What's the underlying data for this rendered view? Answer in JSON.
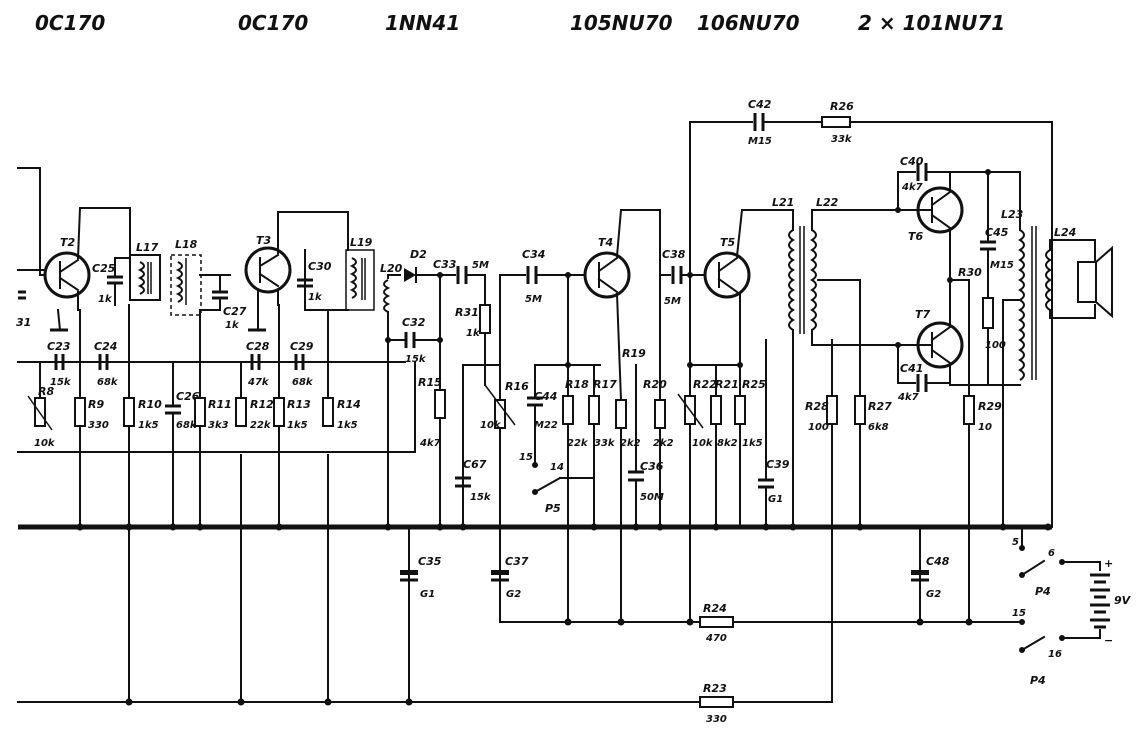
{
  "header": {
    "labels": [
      "0C170",
      "0C170",
      "1NN41",
      "105NU70",
      "106NU70",
      "2 × 101NU71"
    ]
  },
  "components": {
    "T2": "T2",
    "T3": "T3",
    "T4": "T4",
    "T5": "T5",
    "T6": "T6",
    "T7": "T7",
    "L17": "L17",
    "L18": "L18",
    "L19": "L19",
    "L20": "L20",
    "L21": "L21",
    "L22": "L22",
    "L23": "L23",
    "L24": "L24",
    "D2": "D2",
    "C23": "C23",
    "C23v": "15k",
    "C24": "C24",
    "C24v": "68k",
    "C25": "C25",
    "C25v": "1k",
    "C26": "C26",
    "C26v": "68k",
    "C27": "C27",
    "C27v": "1k",
    "C28": "C28",
    "C28v": "47k",
    "C29": "C29",
    "C29v": "68k",
    "C30": "C30",
    "C30v": "1k",
    "C32": "C32",
    "C32v": "15k",
    "C33": "C33",
    "C33v": "5M",
    "C34": "C34",
    "C34v": "5M",
    "C35": "C35",
    "C35v": "G1",
    "C36": "C36",
    "C36v": "50M",
    "C37": "C37",
    "C37v": "G2",
    "C38": "C38",
    "C38v": "5M",
    "C39": "C39",
    "C39v": "G1",
    "C40": "C40",
    "C40v": "4k7",
    "C41": "C41",
    "C41v": "4k7",
    "C42": "C42",
    "C42v": "M15",
    "C44": "C44",
    "C44v": "M22",
    "C45": "C45",
    "C45v": "M15",
    "C48": "C48",
    "C48v": "G2",
    "C67": "C67",
    "C67v": "15k",
    "R8": "R8",
    "R8v": "10k",
    "R9": "R9",
    "R9v": "330",
    "R10": "R10",
    "R10v": "1k5",
    "R11": "R11",
    "R11v": "3k3",
    "R12": "R12",
    "R12v": "22k",
    "R13": "R13",
    "R13v": "1k5",
    "R14": "R14",
    "R14v": "1k5",
    "R15": "R15",
    "R15v": "4k7",
    "R16": "R16",
    "R16v": "10k",
    "R17": "R17",
    "R17v": "33k",
    "R18": "R18",
    "R18v": "22k",
    "R19": "R19",
    "R19v": "2k2",
    "R20": "R20",
    "R20v": "2k2",
    "R21": "R21",
    "R21v": "8k2",
    "R22": "R22",
    "R22v": "10k",
    "R23": "R23",
    "R23v": "330",
    "R24": "R24",
    "R24v": "470",
    "R25": "R25",
    "R25v": "1k5",
    "R26": "R26",
    "R26v": "33k",
    "R27": "R27",
    "R27v": "6k8",
    "R28": "R28",
    "R28v": "100",
    "R29": "R29",
    "R29v": "10",
    "R30": "R30",
    "R30v": "100",
    "R31": "R31",
    "R31v": "1k",
    "P4a": "P4",
    "P4b": "P4",
    "P5": "P5",
    "n5": "5",
    "n6": "6",
    "n14": "14",
    "n15a": "15",
    "n15b": "15",
    "n16": "16",
    "partial31": "31",
    "battery": "9V",
    "plus": "+",
    "minus": "−"
  }
}
